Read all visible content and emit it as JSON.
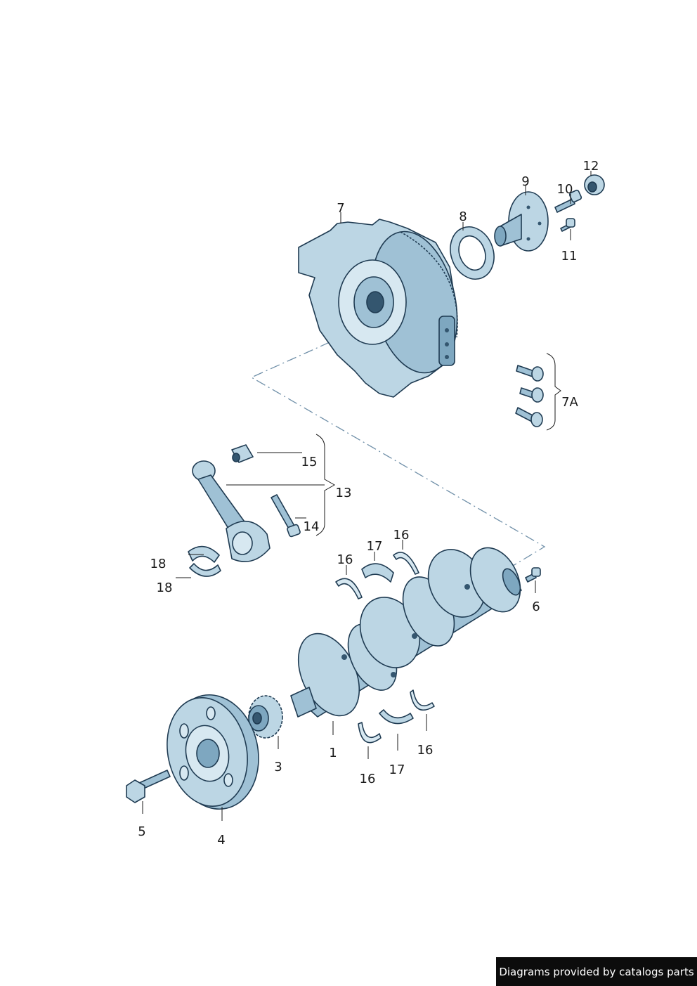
{
  "labels": {
    "l1": "1",
    "l3": "3",
    "l4": "4",
    "l5": "5",
    "l6": "6",
    "l7": "7",
    "l7a": "7A",
    "l8": "8",
    "l9": "9",
    "l10": "10",
    "l11": "11",
    "l12": "12",
    "l13": "13",
    "l14": "14",
    "l15": "15",
    "l16a": "16",
    "l16b": "16",
    "l16c": "16",
    "l16d": "16",
    "l17a": "17",
    "l17b": "17",
    "l18a": "18",
    "l18b": "18"
  },
  "footer": "Diagrams provided by catalogs parts",
  "colors": {
    "part_fill": "#bcd6e4",
    "part_stroke": "#1f3b52",
    "axis": "#6f8fa8"
  }
}
